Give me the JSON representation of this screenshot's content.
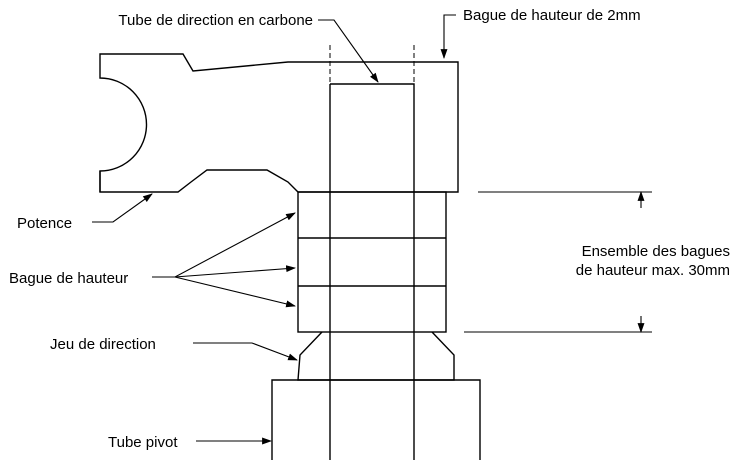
{
  "labels": {
    "carbon_steerer": "Tube de direction en carbone",
    "top_spacer": "Bague de hauteur de 2mm",
    "stem": "Potence",
    "spacers": "Bague de hauteur",
    "headset": "Jeu de direction",
    "head_tube": "Tube pivot",
    "stack_line1": "Ensemble des bagues",
    "stack_line2": "de hauteur max. 30mm"
  },
  "colors": {
    "ink": "#000000",
    "background": "#ffffff"
  }
}
